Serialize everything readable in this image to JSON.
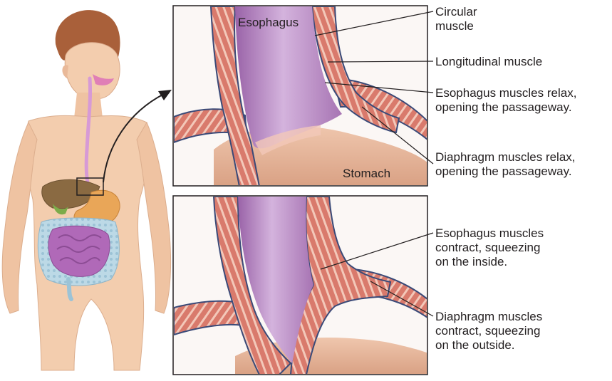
{
  "colors": {
    "skin": "#f3cdae",
    "skin_shadow": "#e3ad8a",
    "hair": "#a9603a",
    "esophagus_tract": "#d79ad6",
    "liver": "#8a6a42",
    "intestine": "#b069b8",
    "colon": "#b9d6e4",
    "stomach_inner": "#e8b59a",
    "muscle": "#d8766a",
    "muscle_light": "#f2c1b2",
    "lumen": "#c8a0d4",
    "connector": "#231f20"
  },
  "panels": {
    "top": {
      "label_esophagus": "Esophagus",
      "label_stomach": "Stomach"
    }
  },
  "callouts": [
    {
      "id": "circular-muscle",
      "text": "Circular\nmuscle"
    },
    {
      "id": "longitudinal-muscle",
      "text": "Longitudinal muscle"
    },
    {
      "id": "esophagus-relax",
      "text": "Esophagus muscles relax,\nopening the passageway."
    },
    {
      "id": "diaphragm-relax",
      "text": "Diaphragm muscles relax,\nopening the passageway."
    },
    {
      "id": "esophagus-contract",
      "text": "Esophagus muscles\ncontract, squeezing\non the inside."
    },
    {
      "id": "diaphragm-contract",
      "text": "Diaphragm muscles\ncontract, squeezing\non the outside."
    }
  ]
}
